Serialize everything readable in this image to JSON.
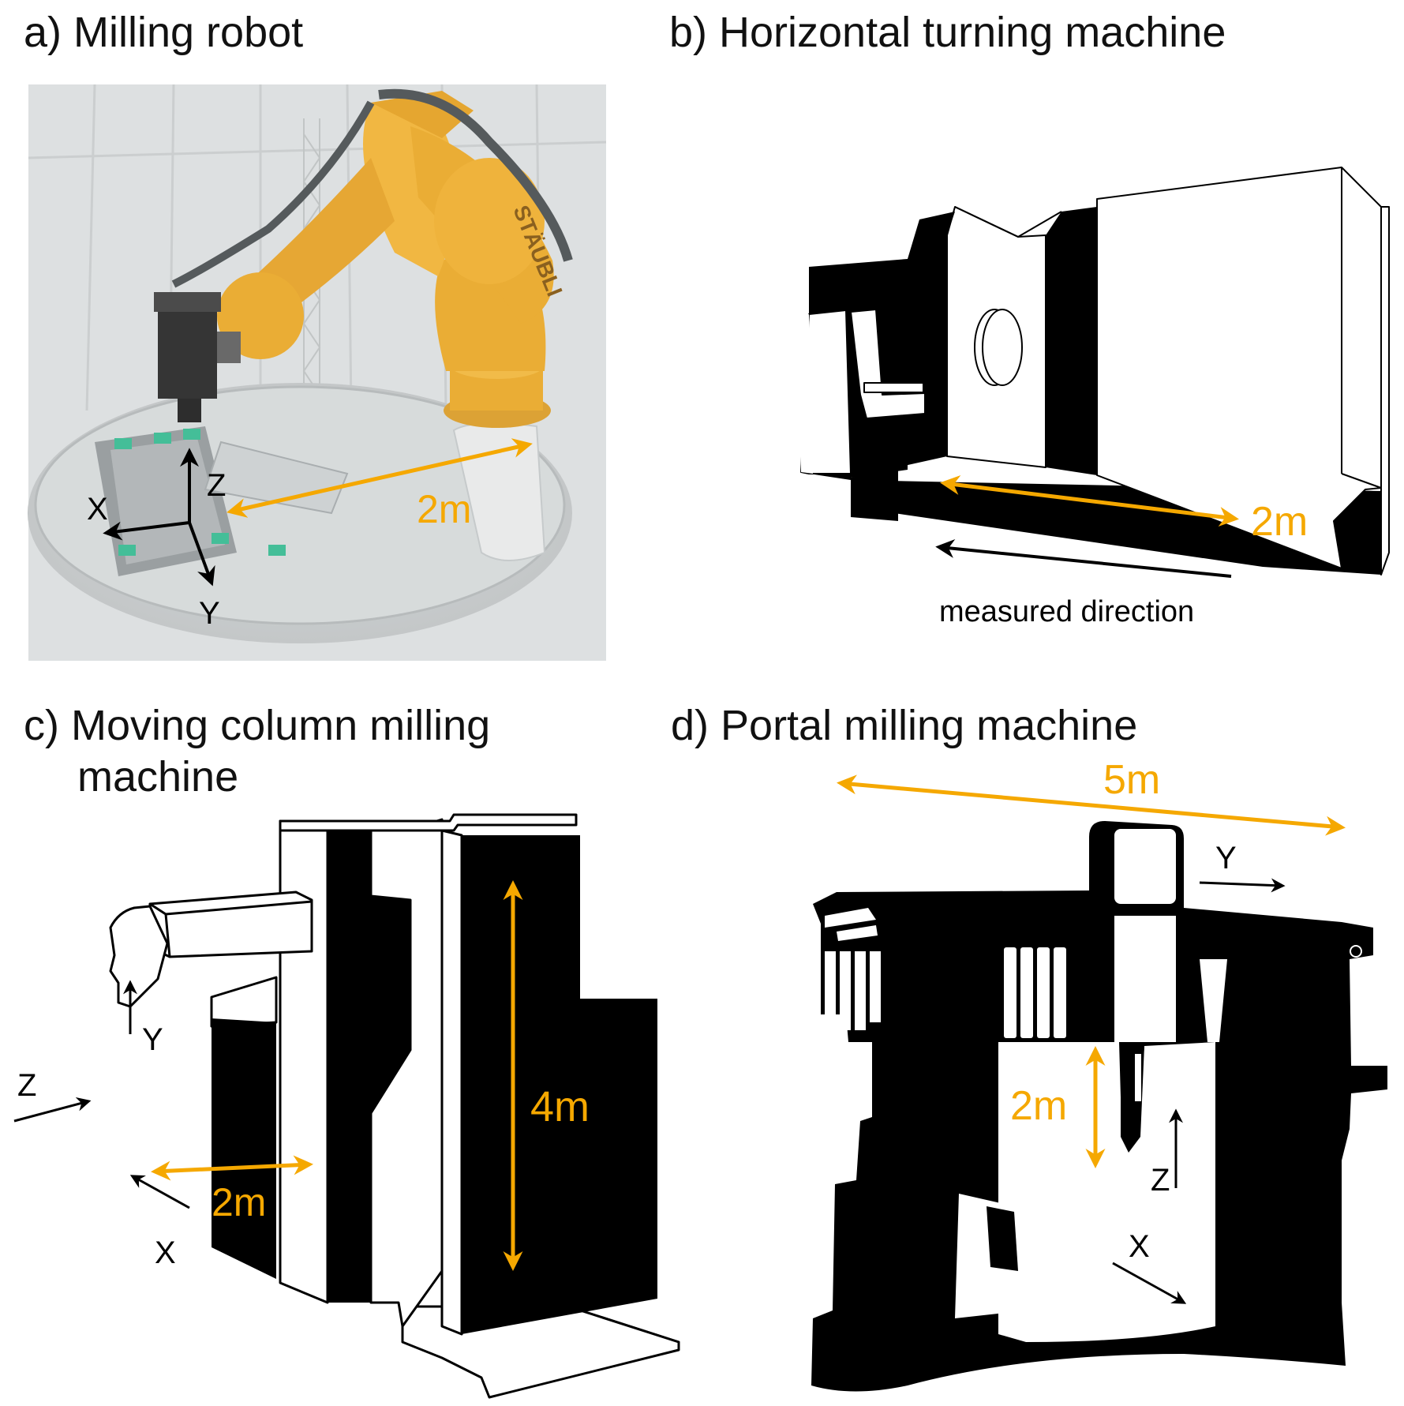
{
  "panels": {
    "a": {
      "title": "a) Milling robot",
      "dim_label": "2m",
      "axis_x": "X",
      "axis_y": "Y",
      "axis_z": "Z",
      "brand": "STÄUBLI"
    },
    "b": {
      "title": "b) Horizontal turning machine",
      "dim_label": "2m",
      "direction_label": "measured direction"
    },
    "c": {
      "title_line1": "c) Moving column milling",
      "title_line2": "machine",
      "dim_label_horizontal": "2m",
      "dim_label_vertical": "4m",
      "axis_x": "X",
      "axis_y": "Y",
      "axis_z": "Z"
    },
    "d": {
      "title": "d) Portal milling machine",
      "dim_label_width": "5m",
      "dim_label_height": "2m",
      "axis_x": "X",
      "axis_y": "Y",
      "axis_z": "Z"
    }
  },
  "colors": {
    "accent": "#F5A800",
    "robot": "#E8A21A",
    "ink": "#000000",
    "photo_bg": "#D9DCDD"
  }
}
